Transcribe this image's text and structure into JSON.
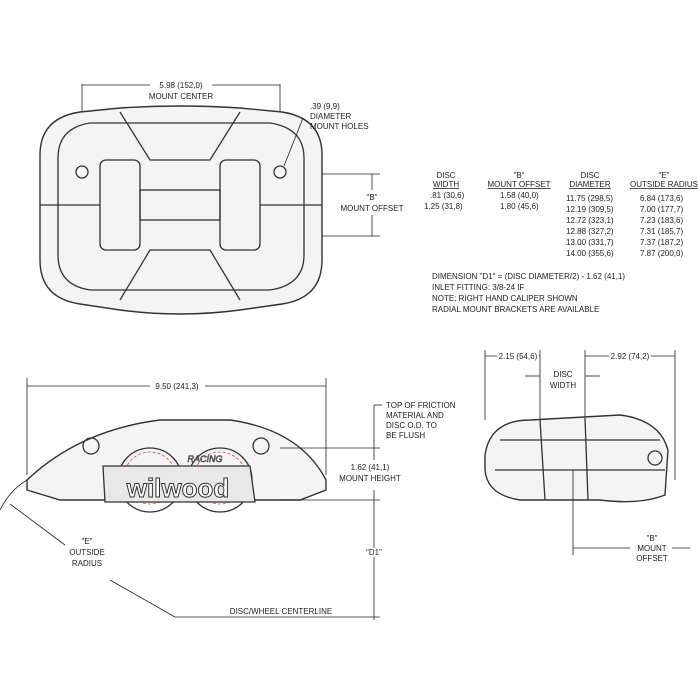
{
  "top_view": {
    "mount_center_dim": "5.98 (152,0)",
    "mount_center_label": "MOUNT CENTER",
    "hole_dim": ".39 (9,9)",
    "hole_label_1": "DIAMETER",
    "hole_label_2": "MOUNT HOLES",
    "b_label": "\"B\"",
    "b_sub": "MOUNT OFFSET"
  },
  "table": {
    "headers": [
      {
        "l1": "DISC",
        "l2": "WIDTH"
      },
      {
        "l1": "\"B\"",
        "l2": "MOUNT OFFSET"
      },
      {
        "l1": "DISC",
        "l2": "DIAMETER"
      },
      {
        "l1": "\"E\"",
        "l2": "OUTSIDE RADIUS"
      }
    ],
    "disc_width": [
      ".81  (30,6)",
      "1.25  (31,8)"
    ],
    "mount_offset": [
      "1.58  (40,0)",
      "1.80  (45,6)"
    ],
    "disc_diameter": [
      "11.75  (298,5)",
      "12.19  (309,5)",
      "12.72  (323,1)",
      "12.88  (327,2)",
      "13.00  (331,7)",
      "14.00  (355,6)"
    ],
    "outside_radius": [
      "6.84  (173,6)",
      "7.00  (177,7)",
      "7.23  (183,6)",
      "7.31  (185,7)",
      "7.37  (187,2)",
      "7.87  (200,0)"
    ]
  },
  "notes": [
    "DIMENSION \"D1\" = (DISC DIAMETER/2) - 1.62 (41,1)",
    "INLET FITTING: 3/8-24 IF",
    "NOTE: RIGHT HAND CALIPER SHOWN",
    "RADIAL MOUNT BRACKETS ARE AVAILABLE"
  ],
  "side_view": {
    "length_dim": "9.50 (241,3)",
    "flush_note": [
      "TOP OF FRICTION",
      "MATERIAL AND",
      "DISC O.D. TO",
      "BE FLUSH"
    ],
    "mount_height_dim": "1.62 (41,1)",
    "mount_height_label": "MOUNT HEIGHT",
    "e_label": [
      "\"E\"",
      "OUTSIDE",
      "RADIUS"
    ],
    "d1_label": "\"D1\"",
    "centerline_label": "DISC/WHEEL CENTERLINE",
    "logo": "wilwood",
    "logo_sub": "RACING"
  },
  "end_view": {
    "left_dim": "2.15 (54,6)",
    "disc_label": [
      "DISC",
      "WIDTH"
    ],
    "right_dim": "2.92 (74,2)",
    "b_label": [
      "\"B\"",
      "MOUNT",
      "OFFSET"
    ]
  }
}
